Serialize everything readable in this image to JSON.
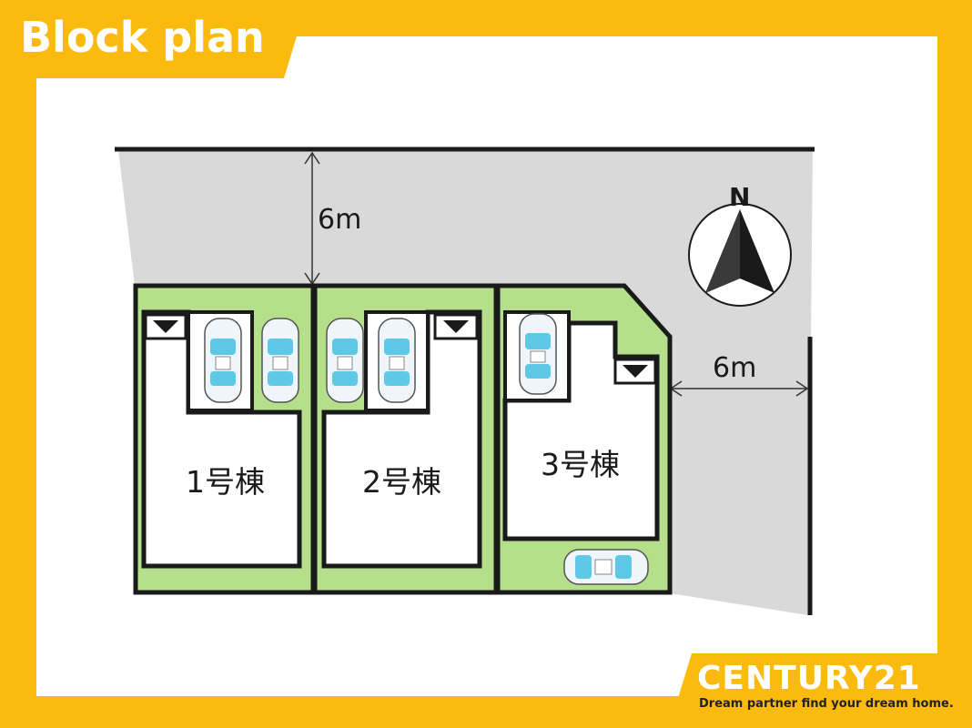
{
  "header": {
    "title": "Block plan"
  },
  "plan": {
    "road_north_width": "6m",
    "road_east_width": "6m",
    "compass_label": "N",
    "buildings": [
      {
        "label": "1号棟"
      },
      {
        "label": "2号棟"
      },
      {
        "label": "3号棟"
      }
    ]
  },
  "footer": {
    "brand": "CENTURY21",
    "tagline": "Dream partner find your dream home."
  },
  "colors": {
    "frame": "#fbbb0e",
    "road": "#d9d9d9",
    "lot_green": "#b5df8a",
    "building": "#ffffff",
    "outline": "#1a1a1a"
  }
}
